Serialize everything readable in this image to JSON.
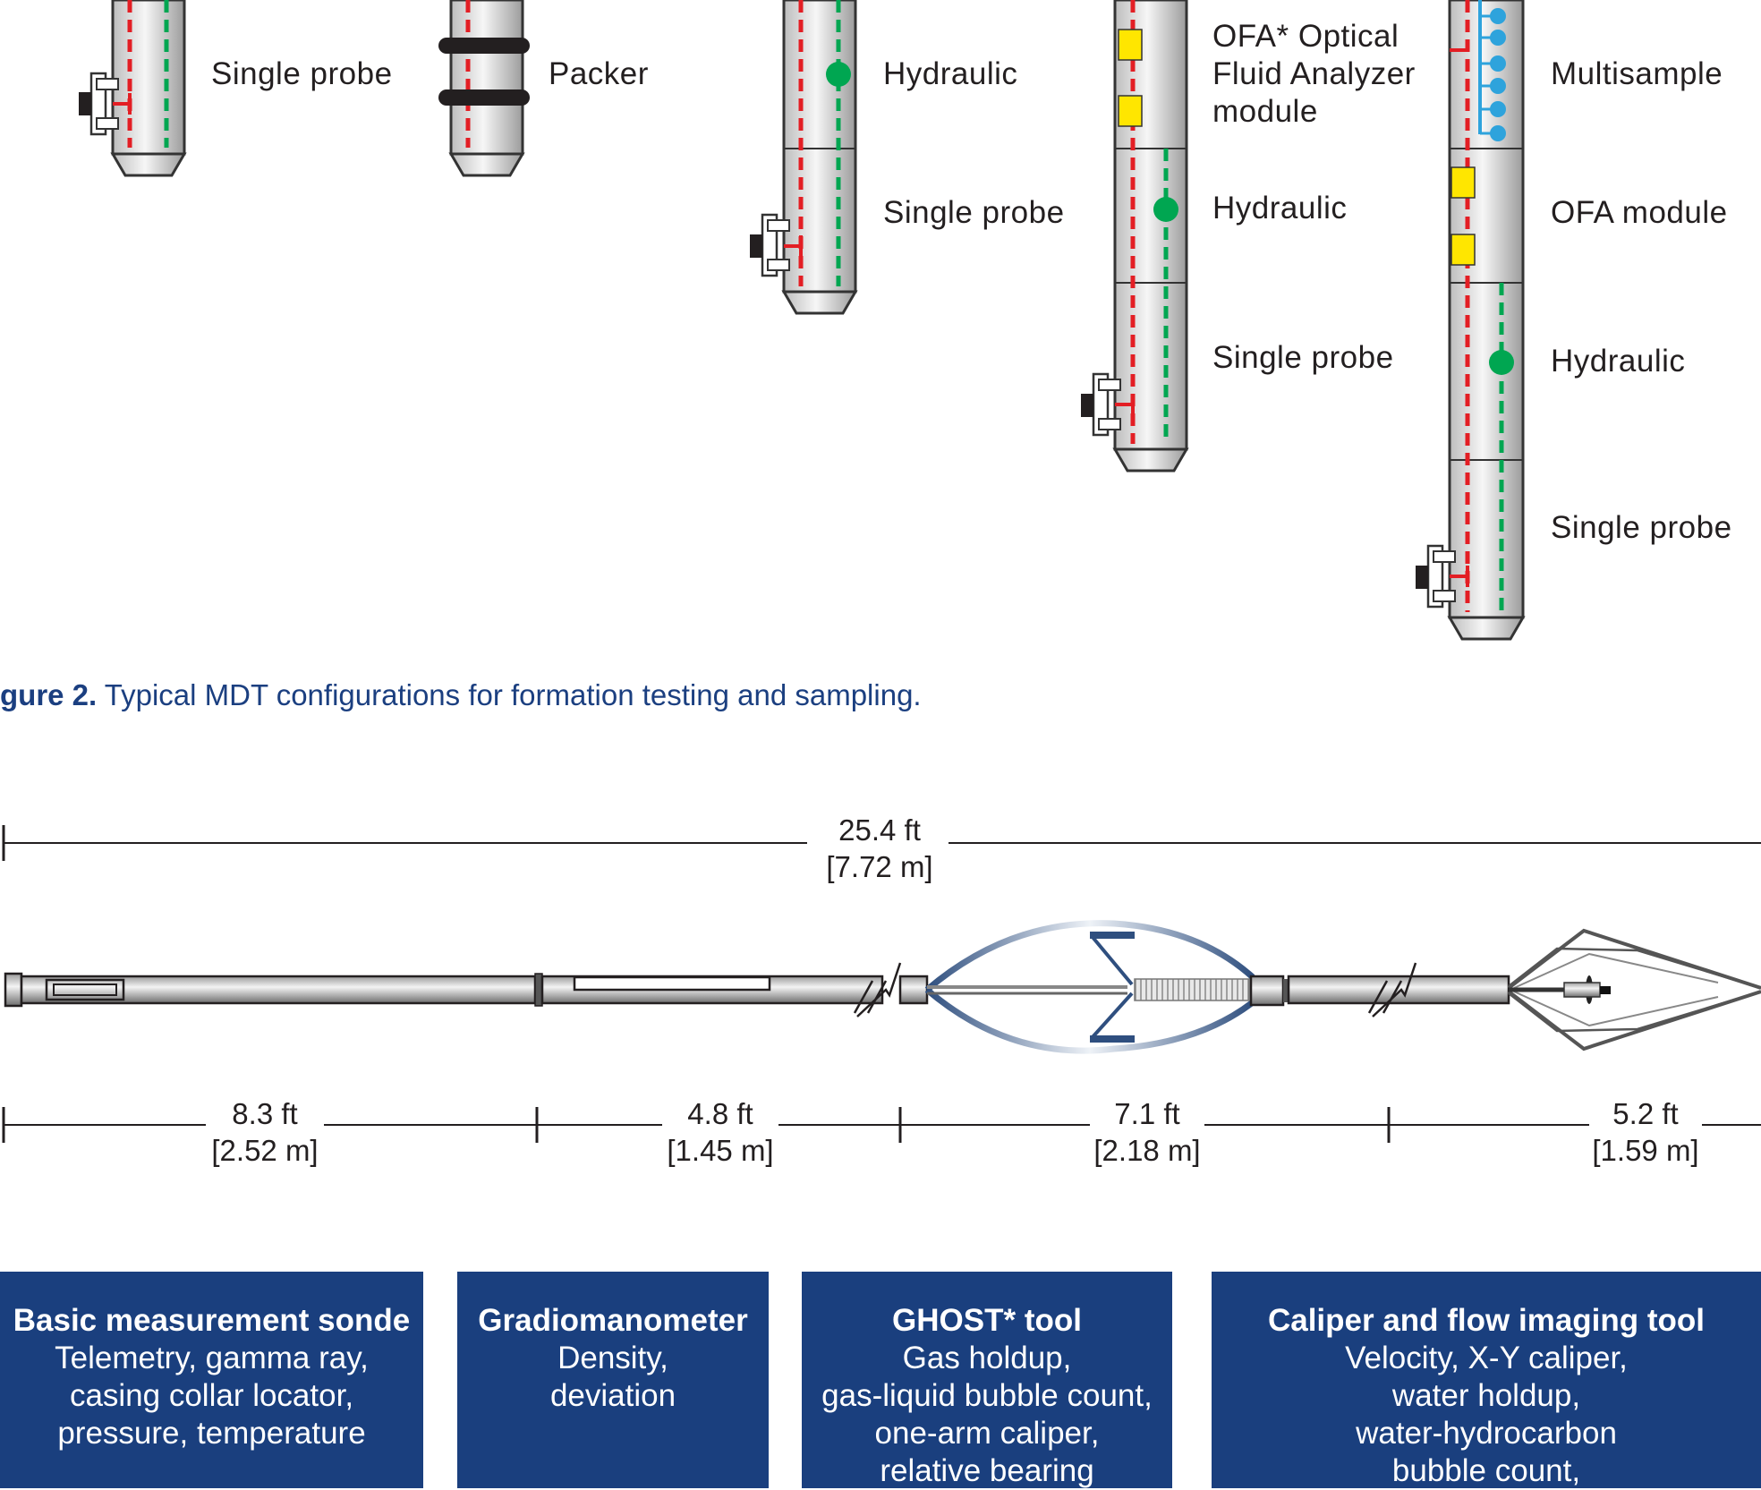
{
  "figure": {
    "caption_prefix": "gure 2.",
    "caption_text": " Typical MDT configurations for formation testing and sampling."
  },
  "mdt_labels": {
    "t1": "Single probe",
    "t2": "Packer",
    "t3a": "Hydraulic",
    "t3b": "Single probe",
    "t4a_1": "OFA* Optical",
    "t4a_2": "Fluid Analyzer",
    "t4a_3": "module",
    "t4b": "Hydraulic",
    "t4c": "Single probe",
    "t5a": "Multisample",
    "t5b": "OFA module",
    "t5c": "Hydraulic",
    "t5d": "Single probe"
  },
  "dimensions": {
    "total_ft": "25.4 ft",
    "total_m": "[7.72 m]",
    "seg1_ft": "8.3 ft",
    "seg1_m": "[2.52 m]",
    "seg2_ft": "4.8 ft",
    "seg2_m": "[1.45 m]",
    "seg3_ft": "7.1 ft",
    "seg3_m": "[2.18 m]",
    "seg4_ft": "5.2 ft",
    "seg4_m": "[1.59 m]"
  },
  "tools": [
    {
      "title": "Basic measurement sonde",
      "desc": "Telemetry, gamma ray,\ncasing collar locator,\npressure, temperature"
    },
    {
      "title": "Gradiomanometer",
      "desc": "Density,\ndeviation"
    },
    {
      "title": "GHOST* tool",
      "desc": "Gas holdup,\ngas-liquid bubble count,\none-arm caliper,\nrelative bearing"
    },
    {
      "title": "Caliper and flow imaging tool",
      "desc": "Velocity, X-Y caliper,\nwater holdup,\nwater-hydrocarbon\nbubble count,"
    }
  ],
  "colors": {
    "box_fill": "#1a3f7e",
    "caption": "#1b3f80",
    "electrical_line": "#e31e24",
    "hydraulic_line": "#00a651",
    "ofa_module": "#ffe600",
    "sample_bottle": "#2ea3dc"
  }
}
